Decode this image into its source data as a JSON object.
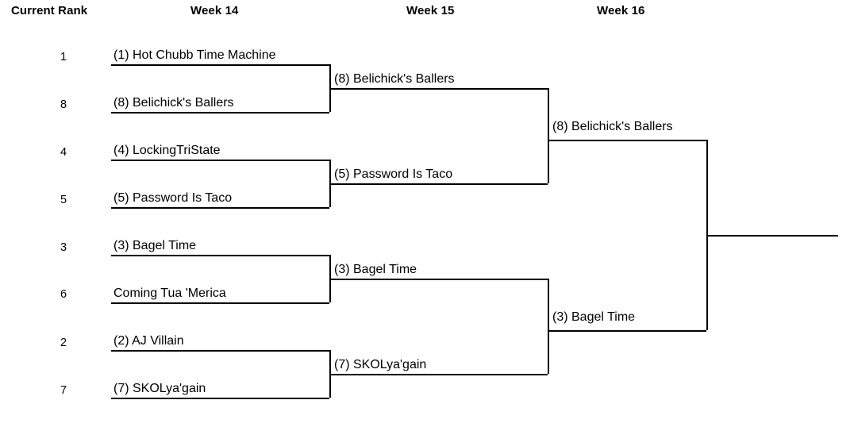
{
  "headers": {
    "rank": "Current Rank",
    "round1": "Week 14",
    "round2": "Week 15",
    "round3": "Week 16"
  },
  "ranks": [
    "1",
    "8",
    "4",
    "5",
    "3",
    "6",
    "2",
    "7"
  ],
  "round1": {
    "teams": [
      "(1) Hot Chubb Time Machine",
      "(8) Belichick's Ballers",
      "(4) LockingTriState",
      "(5) Password Is Taco",
      "(3) Bagel Time",
      "Coming Tua 'Merica",
      "(2) AJ Villain",
      "(7) SKOLya'gain"
    ]
  },
  "round2": {
    "teams": [
      "(8) Belichick's Ballers",
      "(5) Password Is Taco",
      "(3) Bagel Time",
      "(7) SKOLya'gain"
    ]
  },
  "round3": {
    "teams": [
      "(8) Belichick's Ballers",
      "(3) Bagel Time"
    ]
  },
  "round4": {
    "teams": [
      ""
    ]
  },
  "colors": {
    "line": "#000000",
    "text": "#000000",
    "background": "#ffffff"
  },
  "chart_data": {
    "type": "table",
    "title": "Fantasy Football Playoff Bracket",
    "rounds": [
      "Week 14",
      "Week 15",
      "Week 16"
    ],
    "seeds": [
      1,
      8,
      4,
      5,
      3,
      6,
      2,
      7
    ],
    "matchups": [
      {
        "round": "Week 14",
        "teams": [
          "(1) Hot Chubb Time Machine",
          "(8) Belichick's Ballers"
        ],
        "winner": "(8) Belichick's Ballers"
      },
      {
        "round": "Week 14",
        "teams": [
          "(4) LockingTriState",
          "(5) Password Is Taco"
        ],
        "winner": "(5) Password Is Taco"
      },
      {
        "round": "Week 14",
        "teams": [
          "(3) Bagel Time",
          "Coming Tua 'Merica"
        ],
        "winner": "(3) Bagel Time"
      },
      {
        "round": "Week 14",
        "teams": [
          "(2) AJ Villain",
          "(7) SKOLya'gain"
        ],
        "winner": "(7) SKOLya'gain"
      },
      {
        "round": "Week 15",
        "teams": [
          "(8) Belichick's Ballers",
          "(5) Password Is Taco"
        ],
        "winner": "(8) Belichick's Ballers"
      },
      {
        "round": "Week 15",
        "teams": [
          "(3) Bagel Time",
          "(7) SKOLya'gain"
        ],
        "winner": "(3) Bagel Time"
      },
      {
        "round": "Week 16",
        "teams": [
          "(8) Belichick's Ballers",
          "(3) Bagel Time"
        ],
        "winner": ""
      }
    ]
  }
}
